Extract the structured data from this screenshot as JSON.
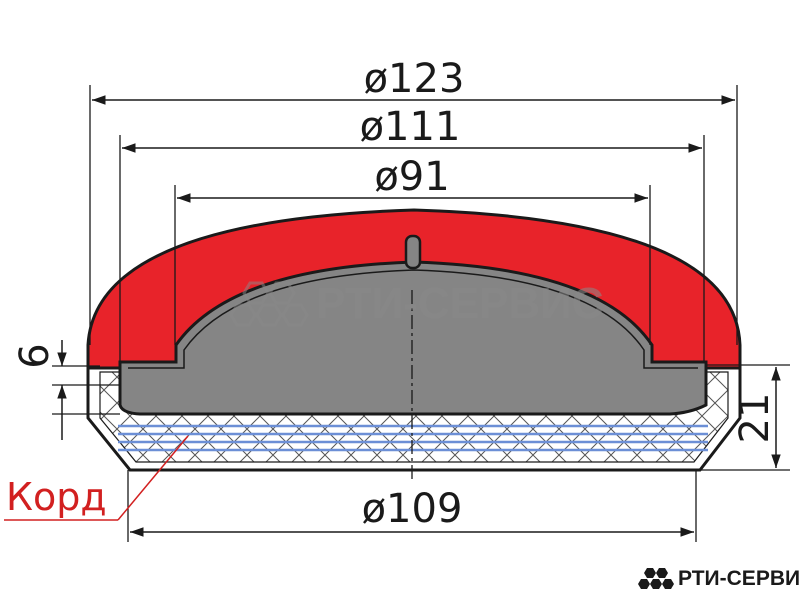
{
  "dimensions": {
    "d123": "ø123",
    "d111": "ø111",
    "d91": "ø91",
    "d109": "ø109",
    "h6": "6",
    "h21": "21"
  },
  "labels": {
    "cord": "Корд"
  },
  "brand": {
    "name": "РТИ-СЕРВИС"
  },
  "colors": {
    "rubber_red": "#e8232a",
    "core_gray": "#858585",
    "cord_blue": "#6c8fd6",
    "outline": "#1a1a1a",
    "label_red": "#d22020"
  }
}
